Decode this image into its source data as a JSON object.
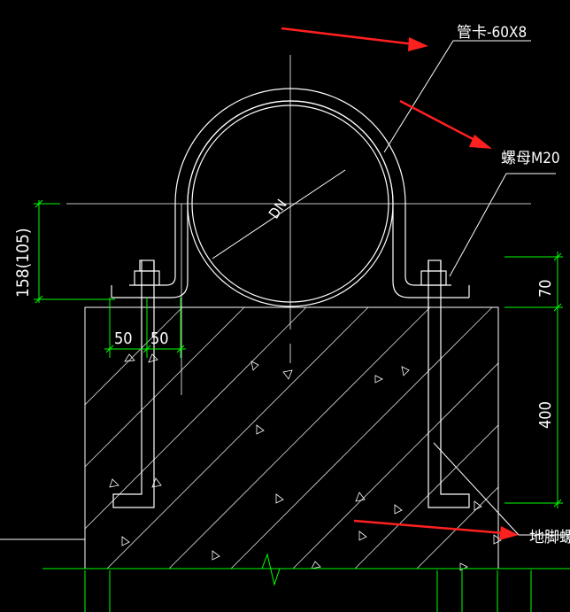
{
  "labels": {
    "pipe_clamp": "管卡-60X8",
    "nut": "螺母M20",
    "anchor_bolt": "地脚螺栓",
    "diameter": "DN"
  },
  "dimensions": {
    "left_height": "158(105)",
    "spacing_a": "50",
    "spacing_b": "50",
    "right_top": "70",
    "right_depth": "400"
  },
  "colors": {
    "background": "#000000",
    "linework": "#ffffff",
    "dimension": "#00ff00",
    "arrow": "#ff2020"
  }
}
